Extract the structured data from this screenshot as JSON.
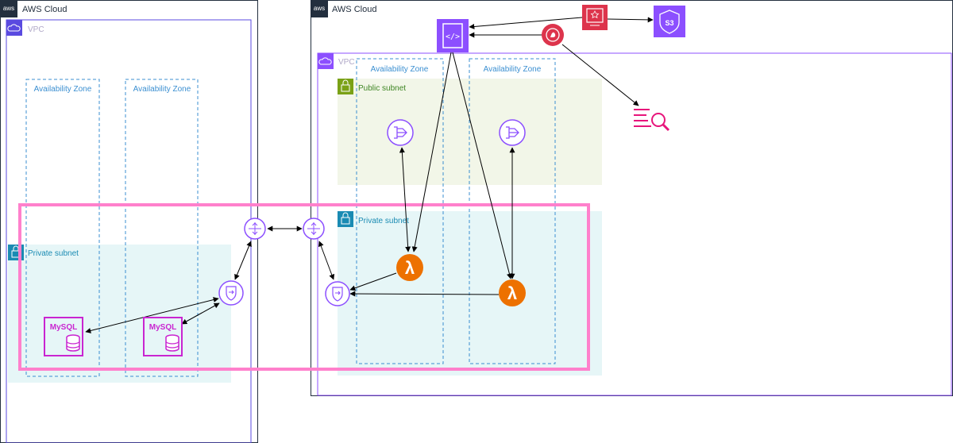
{
  "labels": {
    "left_cloud": "AWS Cloud",
    "left_vpc": "VPC",
    "left_az1": "Availability Zone",
    "left_az2": "Availability Zone",
    "left_private_subnet": "Private subnet",
    "right_cloud": "AWS Cloud",
    "right_vpc": "VPC",
    "right_az1": "Availability Zone",
    "right_az2": "Availability Zone",
    "right_public_subnet": "Public subnet",
    "right_private_subnet": "Private subnet",
    "aws_badge": "aws",
    "mysql_1": "MySQL",
    "mysql_2": "MySQL",
    "s3_icon": "S3"
  },
  "icons": {
    "api_gateway": "api-gateway-icon",
    "waf": "waf-icon",
    "certificate": "certificate-manager-icon",
    "s3": "s3-icon",
    "logs": "log-search-icon",
    "nat_gateway": "nat-gateway-icon",
    "lambda": "lambda-icon",
    "vpc_endpoint": "privatelink-endpoint-icon",
    "transit_router": "transit-router-icon",
    "rds_mysql": "rds-mysql-icon"
  },
  "colors": {
    "purple": "#8c4fff",
    "pink_highlight": "#ff80cc",
    "lambda_orange": "#ed7100",
    "security_red": "#dd344c",
    "database_magenta": "#c925d1",
    "public_subnet_fill": "#f2f6e8",
    "private_subnet_fill": "#e6f6f7"
  }
}
